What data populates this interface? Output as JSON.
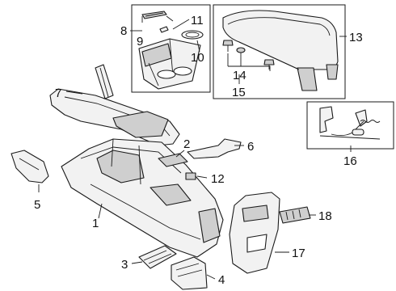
{
  "callouts": [
    {
      "id": "c1",
      "text": "1"
    },
    {
      "id": "c2",
      "text": "2"
    },
    {
      "id": "c3",
      "text": "3"
    },
    {
      "id": "c4",
      "text": "4"
    },
    {
      "id": "c5",
      "text": "5"
    },
    {
      "id": "c6",
      "text": "6"
    },
    {
      "id": "c7",
      "text": "7"
    },
    {
      "id": "c8",
      "text": "8"
    },
    {
      "id": "c9",
      "text": "9"
    },
    {
      "id": "c10",
      "text": "10"
    },
    {
      "id": "c11",
      "text": "11"
    },
    {
      "id": "c12",
      "text": "12"
    },
    {
      "id": "c13",
      "text": "13"
    },
    {
      "id": "c14",
      "text": "14"
    },
    {
      "id": "c15",
      "text": "15"
    },
    {
      "id": "c16",
      "text": "16"
    },
    {
      "id": "c17",
      "text": "17"
    },
    {
      "id": "c18",
      "text": "18"
    }
  ]
}
